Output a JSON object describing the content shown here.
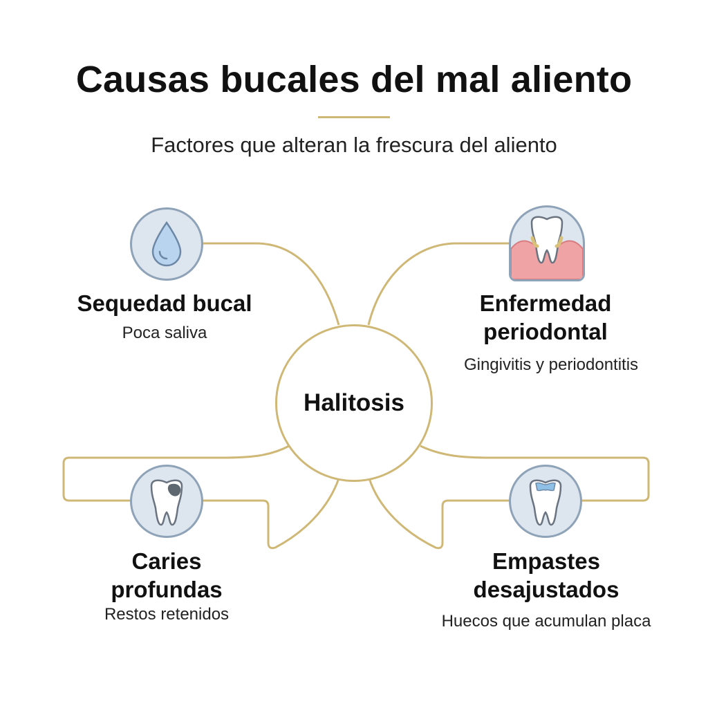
{
  "header": {
    "title": "Causas bucales del mal aliento",
    "subtitle": "Factores que alteran la frescura del aliento"
  },
  "hub": {
    "label": "Halitosis"
  },
  "causes": [
    {
      "title": "Sequedad bucal",
      "description": "Poca saliva",
      "icon": "water-drop-icon"
    },
    {
      "title_lines": [
        "Enfermedad",
        "periodontal"
      ],
      "description": "Gingivitis y periodontitis",
      "icon": "inflamed-gum-tooth-icon"
    },
    {
      "title_lines": [
        "Caries",
        "profundas"
      ],
      "description": "Restos retenidos",
      "icon": "decayed-tooth-icon"
    },
    {
      "title_lines": [
        "Empastes",
        "desajustados"
      ],
      "description": "Huecos que acumulan placa",
      "icon": "filled-tooth-icon"
    }
  ],
  "colors": {
    "connector": "#cfb775",
    "icon_background": "#dde5ee",
    "icon_border": "#8ea2b8",
    "gum": "#f0a3a5",
    "decay": "#5f6770",
    "filling": "#8fc0e6"
  }
}
